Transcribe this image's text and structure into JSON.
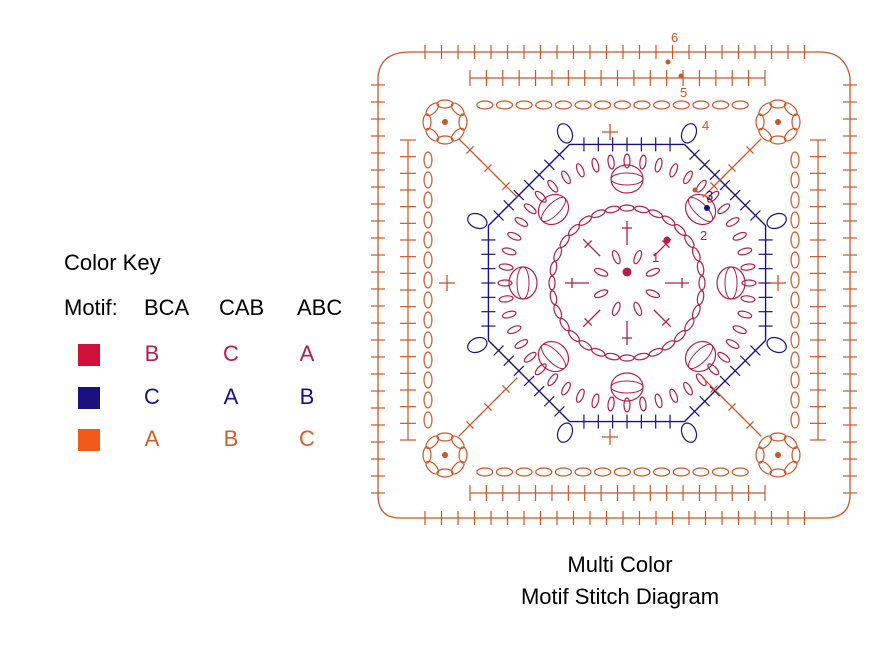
{
  "key": {
    "title": "Color Key",
    "motif_label": "Motif:",
    "motifs": [
      "BCA",
      "CAB",
      "ABC"
    ],
    "rows": [
      {
        "color": "#D0103A",
        "cells": [
          "B",
          "C",
          "A"
        ],
        "text_color": "#B0204A"
      },
      {
        "color": "#1A1080",
        "cells": [
          "C",
          "A",
          "B"
        ],
        "text_color": "#1A1080"
      },
      {
        "color": "#F05A1A",
        "cells": [
          "A",
          "B",
          "C"
        ],
        "text_color": "#D0602A"
      }
    ]
  },
  "diagram": {
    "round_labels": [
      "1",
      "2",
      "3",
      "4",
      "5",
      "6"
    ],
    "colors": {
      "round1": "#B0204A",
      "round2": "#B0204A",
      "round3": "#1A1080",
      "round4": "#C8582A",
      "round5": "#C8582A",
      "round6": "#C8582A"
    }
  },
  "caption": {
    "line1": "Multi Color",
    "line2": "Motif Stitch Diagram"
  }
}
